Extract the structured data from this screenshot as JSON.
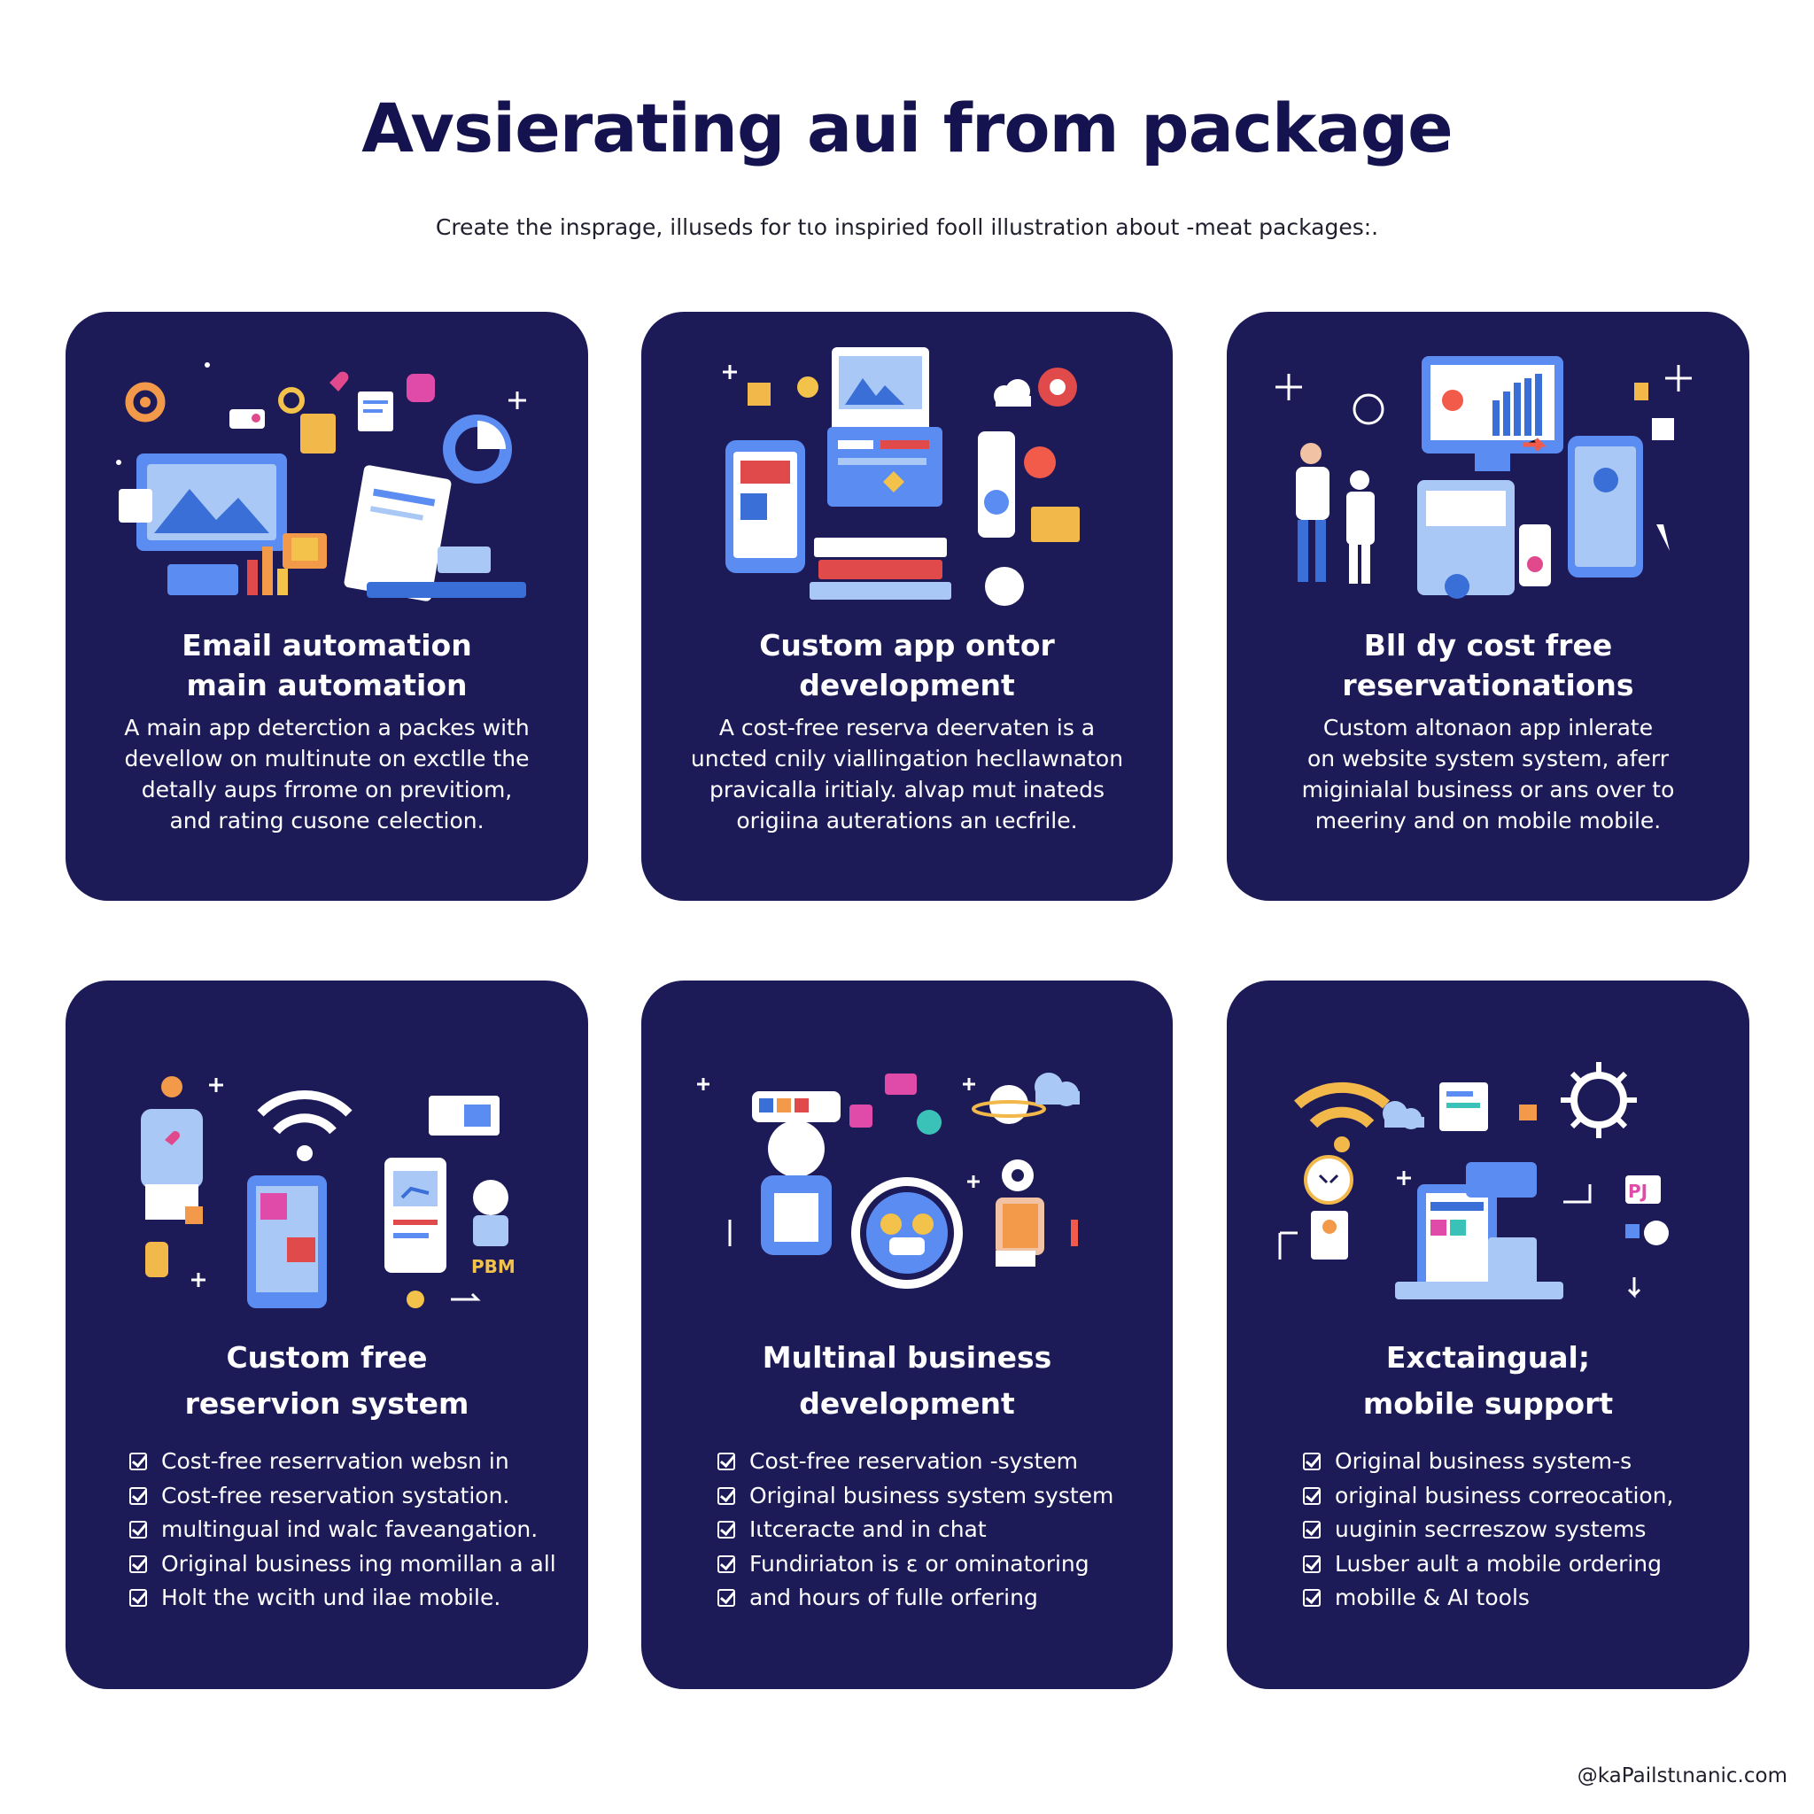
{
  "header": {
    "title": "Avsierating aui from package",
    "subtitle": "Create the insprage, illuseds for tιo inspiried fooll illustration about -meat packages:."
  },
  "cards": [
    {
      "title_line1": "Email automation",
      "title_line2": "main automation",
      "desc": [
        "A main app deterction a packes with",
        "devellow on multinute on exctlle the",
        "detally aups frrome on previtiom,",
        "and rating cusone celection."
      ]
    },
    {
      "title_line1": "Custom app ontor",
      "title_line2": "development",
      "desc": [
        "A cost-free reserva deervaten is a",
        "uncted cnily viallingation hecllawnaton",
        "pravicalla iritialy. alvap mut inateds",
        "origiina auterations an ιecfrile."
      ]
    },
    {
      "title_line1": "Bll dy cost free",
      "title_line2": "reservationations",
      "desc": [
        "Custom altonaon app inlerate",
        "on website system system, aferr",
        "miginialal business or ans over to",
        "meeriny and on mobile mobile."
      ]
    },
    {
      "title_line1": "Custom free",
      "title_line2": "reservion system",
      "list": [
        "Cost-free reserrvation websn in",
        "Cost-free reservation systation.",
        "multingual ind walc faveangation.",
        "Original business ing momillan a all",
        "Holt the wcith und ilae mobile."
      ]
    },
    {
      "title_line1": "Multinal business",
      "title_line2": "development",
      "list": [
        "Cost-free reservation -system",
        "Original business system system",
        "Iιtceracte and in chat",
        "Fundiriaton is ε or ominatoring",
        "and hours of fulle orfering"
      ]
    },
    {
      "title_line1": "Exctaingual;",
      "title_line2": "mobile support",
      "list": [
        "Original business system-s",
        "original business correocation,",
        "uuginin secrreszow systems",
        "Lusber ault a mobile ordering",
        "mobille & AI tools"
      ]
    }
  ],
  "illustration_labels": {
    "card4_logo": "PBM",
    "card6_badge": "PJ"
  },
  "footer": {
    "credit": "@kaPailstιnanic.com"
  },
  "colors": {
    "card_bg": "#1d1a58",
    "title": "#15134f",
    "accent_blue": "#5b8cf2",
    "accent_orange": "#f29a4a",
    "accent_pink": "#e04a8c",
    "accent_light": "#a9c8f5"
  },
  "icons": [
    "gear-icon",
    "heart-icon",
    "check-icon",
    "chart-icon",
    "wifi-icon",
    "cloud-icon",
    "sun-icon",
    "robot-icon",
    "phone-icon",
    "monitor-icon"
  ]
}
